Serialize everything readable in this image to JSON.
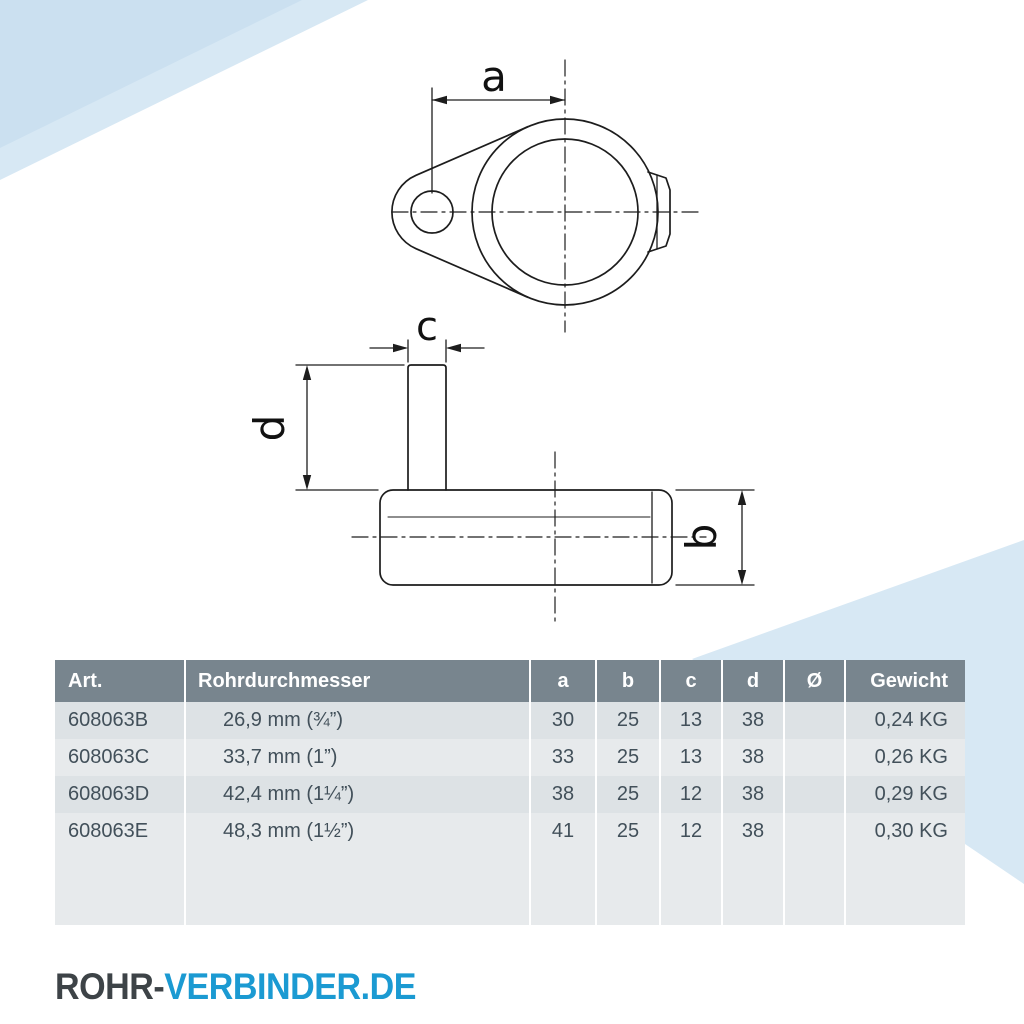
{
  "drawing": {
    "label_a": "a",
    "label_b": "b",
    "label_c": "c",
    "label_d": "d"
  },
  "table": {
    "headers": {
      "art": "Art.",
      "durchmesser": "Rohrdurchmesser",
      "a": "a",
      "b": "b",
      "c": "c",
      "d": "d",
      "diameter": "Ø",
      "gewicht": "Gewicht"
    },
    "rows": [
      {
        "art": "608063B",
        "durchmesser": "26,9 mm (¾”)",
        "a": "30",
        "b": "25",
        "c": "13",
        "d": "38",
        "diameter": "",
        "gewicht": "0,24 KG"
      },
      {
        "art": "608063C",
        "durchmesser": "33,7 mm (1”)",
        "a": "33",
        "b": "25",
        "c": "13",
        "d": "38",
        "diameter": "",
        "gewicht": "0,26 KG"
      },
      {
        "art": "608063D",
        "durchmesser": "42,4 mm (1¼”)",
        "a": "38",
        "b": "25",
        "c": "12",
        "d": "38",
        "diameter": "",
        "gewicht": "0,29 KG"
      },
      {
        "art": "608063E",
        "durchmesser": "48,3 mm (1½”)",
        "a": "41",
        "b": "25",
        "c": "12",
        "d": "38",
        "diameter": "",
        "gewicht": "0,30 KG"
      }
    ]
  },
  "logo": {
    "part1": "ROHR-",
    "part2": "VERBINDER.DE"
  },
  "colors": {
    "accent_blue": "#1b9ad2",
    "table_header": "#78858e",
    "corner_wedge": "#d7e8f4"
  }
}
